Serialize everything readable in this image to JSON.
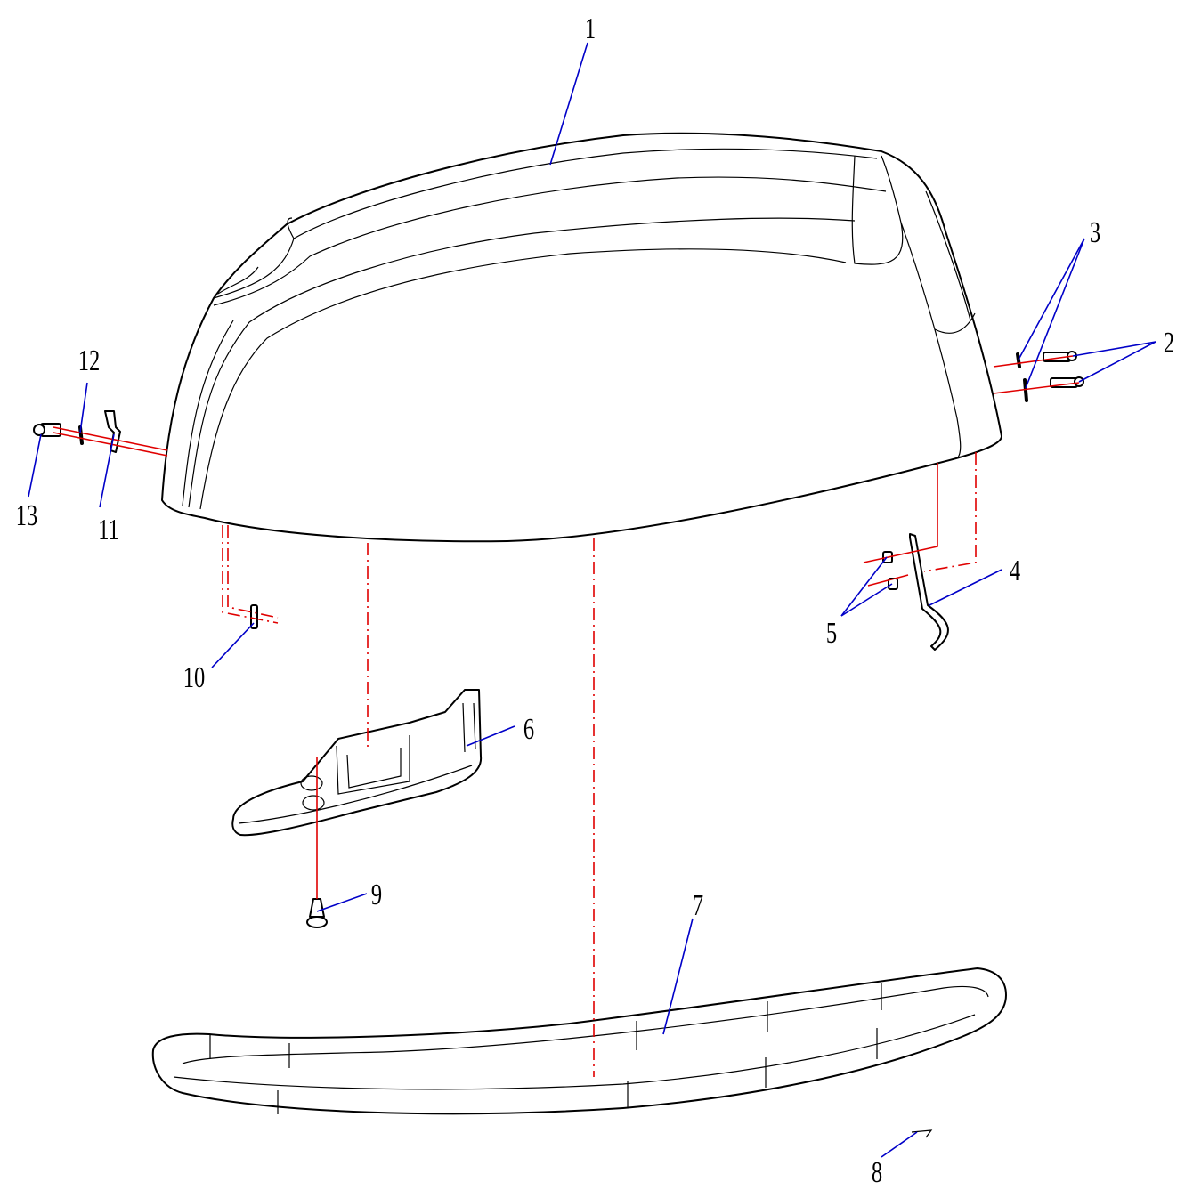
{
  "diagram": {
    "callouts": [
      {
        "id": "1",
        "label": "1"
      },
      {
        "id": "2",
        "label": "2"
      },
      {
        "id": "3",
        "label": "3"
      },
      {
        "id": "4",
        "label": "4"
      },
      {
        "id": "5",
        "label": "5"
      },
      {
        "id": "6",
        "label": "6"
      },
      {
        "id": "7",
        "label": "7"
      },
      {
        "id": "8",
        "label": "8"
      },
      {
        "id": "9",
        "label": "9"
      },
      {
        "id": "10",
        "label": "10"
      },
      {
        "id": "11",
        "label": "11"
      },
      {
        "id": "12",
        "label": "12"
      },
      {
        "id": "13",
        "label": "13"
      }
    ],
    "colors": {
      "part_outline": "#000000",
      "assembly_lines": "#e00000",
      "leader_lines": "#0000c8",
      "background": "#ffffff"
    }
  }
}
